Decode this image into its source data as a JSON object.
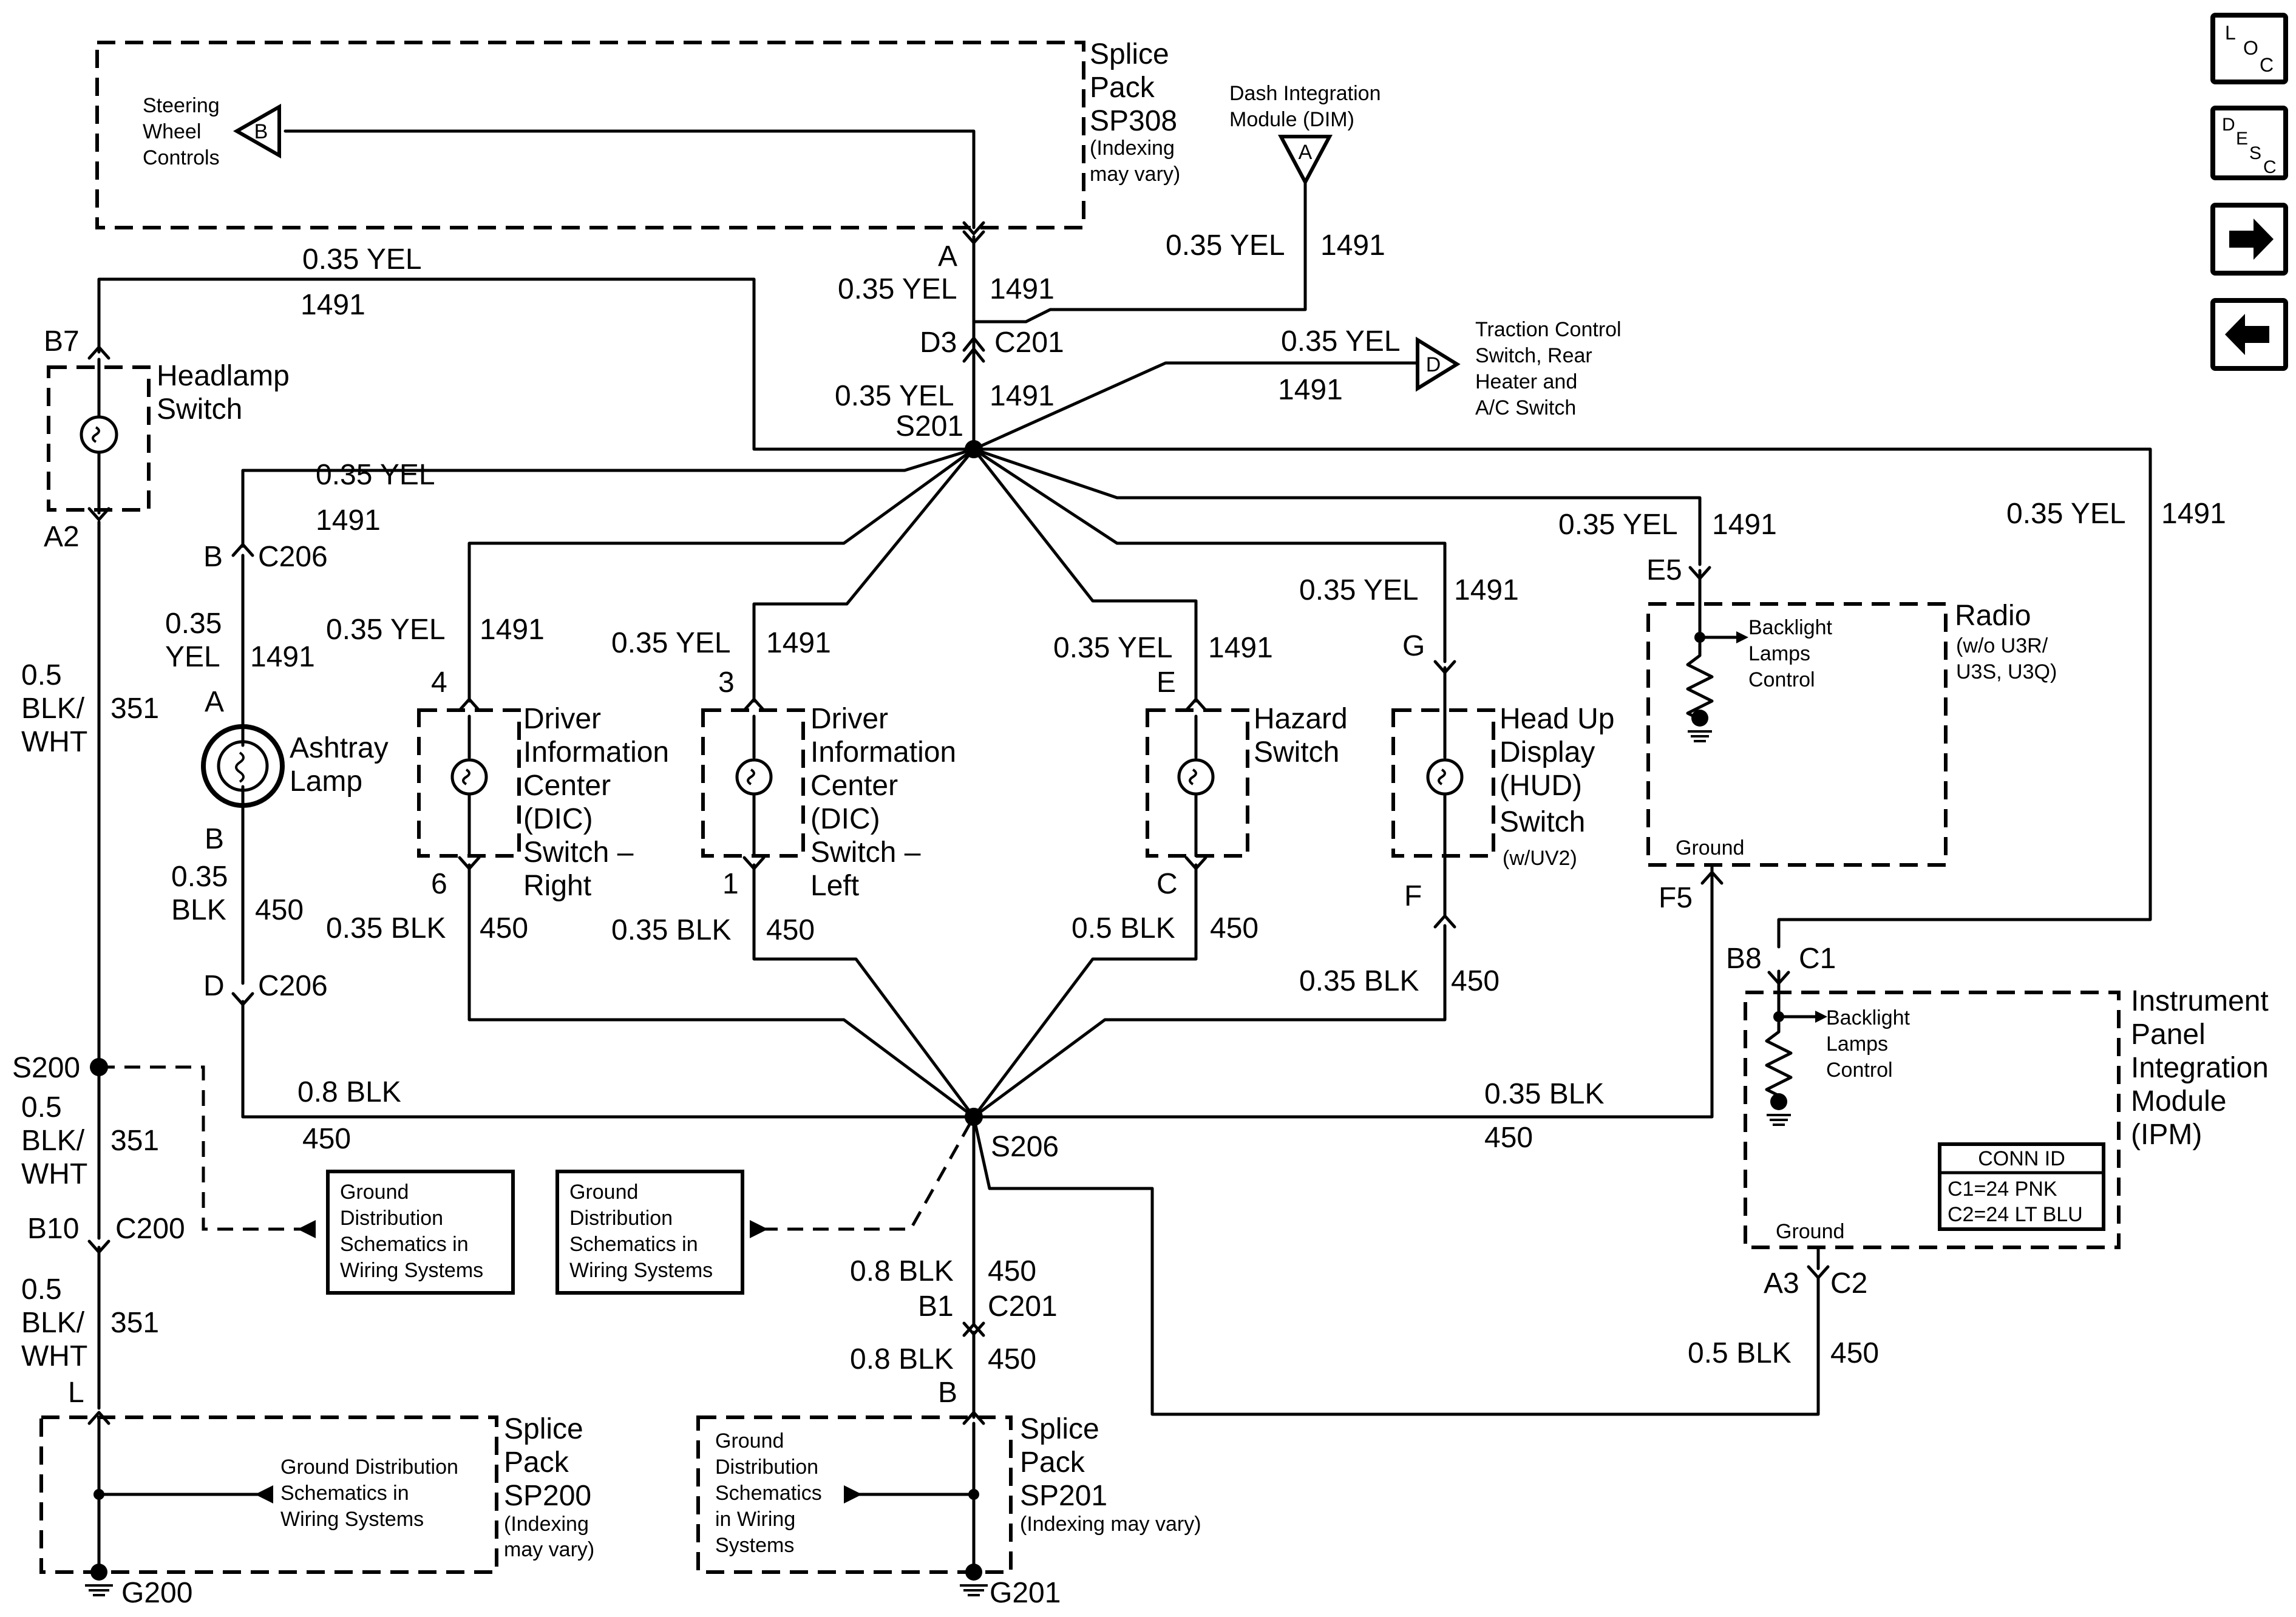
{
  "wire": {
    "yel35": "0.35 YEL",
    "blk35": "0.35 BLK",
    "blk5": "0.5 BLK",
    "blk8": "0.8 BLK",
    "c1491": "1491",
    "c450": "450",
    "c351": "351"
  },
  "sp308": {
    "l1": "Splice",
    "l2": "Pack",
    "l3": "SP308",
    "l4": "(Indexing",
    "l5": "may vary)",
    "pin": "A"
  },
  "steering": {
    "l1": "Steering",
    "l2": "Wheel",
    "l3": "Controls",
    "conn": "B"
  },
  "dim": {
    "l1": "Dash Integration",
    "l2": "Module (DIM)",
    "conn": "A"
  },
  "traction": {
    "l1": "Traction Control",
    "l2": "Switch, Rear",
    "l3": "Heater and",
    "l4": "A/C Switch",
    "conn": "D"
  },
  "c201": {
    "d3": "D3",
    "name": "C201",
    "b1": "B1"
  },
  "s201": "S201",
  "headlamp": {
    "l1": "Headlamp",
    "l2": "Switch",
    "b7": "B7",
    "a2": "A2"
  },
  "c206": {
    "name": "C206",
    "b": "B",
    "d": "D"
  },
  "ashtray": {
    "l1": "Ashtray",
    "l2": "Lamp",
    "a": "A",
    "b": "B"
  },
  "split": {
    "p35": "0.35",
    "yel": "YEL",
    "blk": "BLK",
    "p5": "0.5",
    "blkwht": "BLK/",
    "wht": "WHT"
  },
  "dic_right": {
    "l1": "Driver",
    "l2": "Information",
    "l3": "Center",
    "l4": "(DIC)",
    "l5": "Switch –",
    "l6": "Right",
    "top": "4",
    "bot": "6"
  },
  "dic_left": {
    "l1": "Driver",
    "l2": "Information",
    "l3": "Center",
    "l4": "(DIC)",
    "l5": "Switch –",
    "l6": "Left",
    "top": "3",
    "bot": "1"
  },
  "hazard": {
    "l1": "Hazard",
    "l2": "Switch",
    "top": "E",
    "bot": "C"
  },
  "hud": {
    "l1": "Head Up",
    "l2": "Display",
    "l3": "(HUD)",
    "l4": "Switch",
    "l5": "(w/UV2)",
    "top": "G",
    "bot": "F"
  },
  "radio": {
    "l1": "Radio",
    "l2": "(w/o U3R/",
    "l3": "U3S, U3Q)",
    "bl1": "Backlight",
    "bl2": "Lamps",
    "bl3": "Control",
    "ground": "Ground",
    "e5": "E5",
    "f5": "F5"
  },
  "ipm": {
    "l1": "Instrument",
    "l2": "Panel",
    "l3": "Integration",
    "l4": "Module",
    "l5": "(IPM)",
    "bl1": "Backlight",
    "bl2": "Lamps",
    "bl3": "Control",
    "ground": "Ground",
    "b8": "B8",
    "c1": "C1",
    "a3": "A3",
    "c2": "C2",
    "conn_title": "CONN ID",
    "conn1": "C1=24 PNK",
    "conn2": "C2=24 LT BLU"
  },
  "s200": "S200",
  "s206": "S206",
  "c200": {
    "b10": "B10",
    "name": "C200",
    "l": "L"
  },
  "gd1": {
    "l1": "Ground",
    "l2": "Distribution",
    "l3": "Schematics in",
    "l4": "Wiring Systems"
  },
  "gd2": {
    "l1": "Ground",
    "l2": "Distribution",
    "l3": "Schematics in",
    "l4": "Wiring Systems"
  },
  "sp200": {
    "l1": "Splice",
    "l2": "Pack",
    "l3": "SP200",
    "l4": "(Indexing",
    "l5": "may vary)",
    "gd1": "Ground Distribution",
    "gd2": "Schematics in",
    "gd3": "Wiring Systems",
    "g": "G200"
  },
  "sp201": {
    "l1": "Splice",
    "l2": "Pack",
    "l3": "SP201",
    "l4": "(Indexing may vary)",
    "gd1": "Ground",
    "gd2": "Distribution",
    "gd3": "Schematics",
    "gd4": "in Wiring",
    "gd5": "Systems",
    "g": "G201",
    "b": "B"
  },
  "nav": {
    "loc_l": "L",
    "loc_o": "O",
    "loc_c": "C",
    "desc_d": "D",
    "desc_e": "E",
    "desc_s": "S",
    "desc_c": "C",
    "next_icon": "arrow-right-icon",
    "prev_icon": "arrow-left-icon"
  }
}
